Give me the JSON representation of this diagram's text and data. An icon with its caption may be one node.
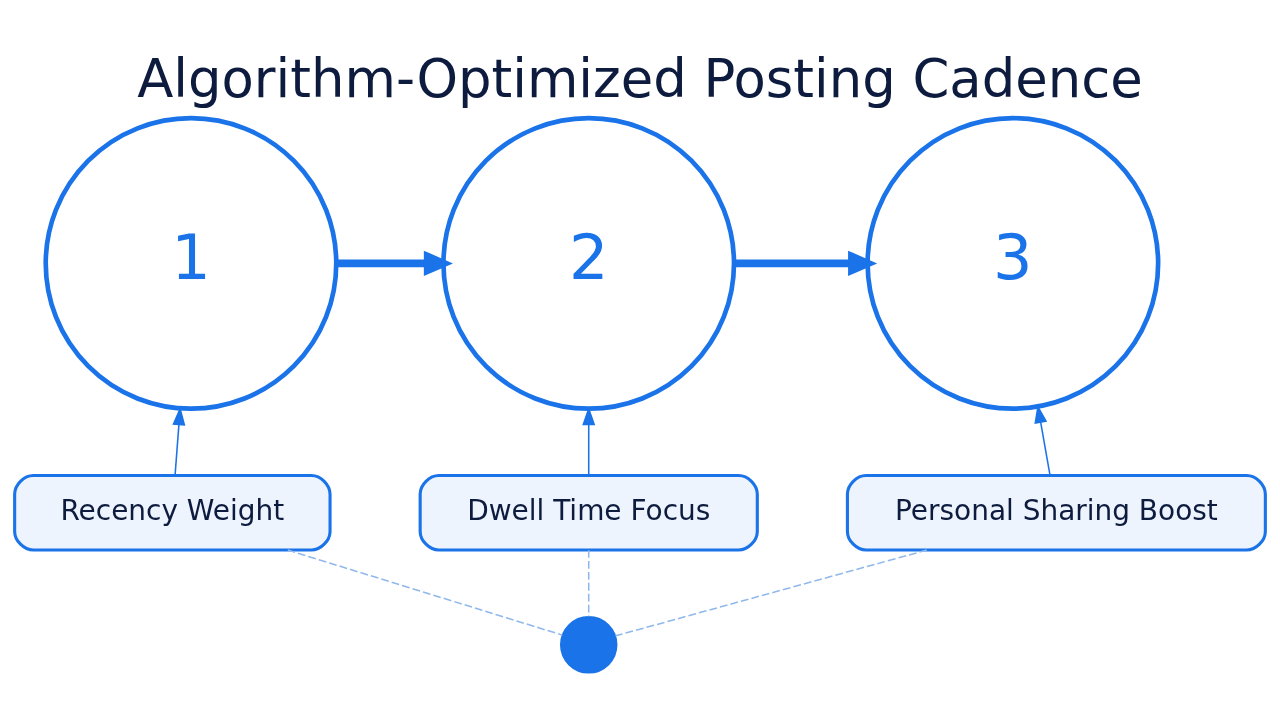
{
  "diagram": {
    "title": "Algorithm-Optimized Posting Cadence",
    "nodes": [
      {
        "text": [
          "1"
        ]
      },
      {
        "text": [
          "2"
        ]
      },
      {
        "text": [
          "3"
        ]
      },
      {
        "text": [
          "Recency Weight"
        ]
      },
      {
        "text": [
          "Dwell Time Focus"
        ]
      },
      {
        "text": [
          "Personal Sharing Boost"
        ]
      },
      {
        "text": [],
        "shape": "circle"
      }
    ],
    "edges": [
      {
        "from": 0,
        "to": 1,
        "arrow": "to",
        "style": "thick"
      },
      {
        "from": 1,
        "to": 2,
        "arrow": "to",
        "style": "thick"
      },
      {
        "from": 3,
        "to": 0,
        "arrow": "to"
      },
      {
        "from": 4,
        "to": 1,
        "arrow": "to"
      },
      {
        "from": 5,
        "to": 2,
        "arrow": "to"
      },
      {
        "from": 3,
        "to": 6,
        "arrow": "none",
        "style": "dashed",
        "color": "#90b8ec"
      },
      {
        "from": 4,
        "to": 6,
        "arrow": "none",
        "style": "dashed",
        "color": "#90b8ec"
      },
      {
        "from": 5,
        "to": 6,
        "arrow": "none",
        "style": "dashed",
        "color": "#90b8ec"
      }
    ]
  }
}
